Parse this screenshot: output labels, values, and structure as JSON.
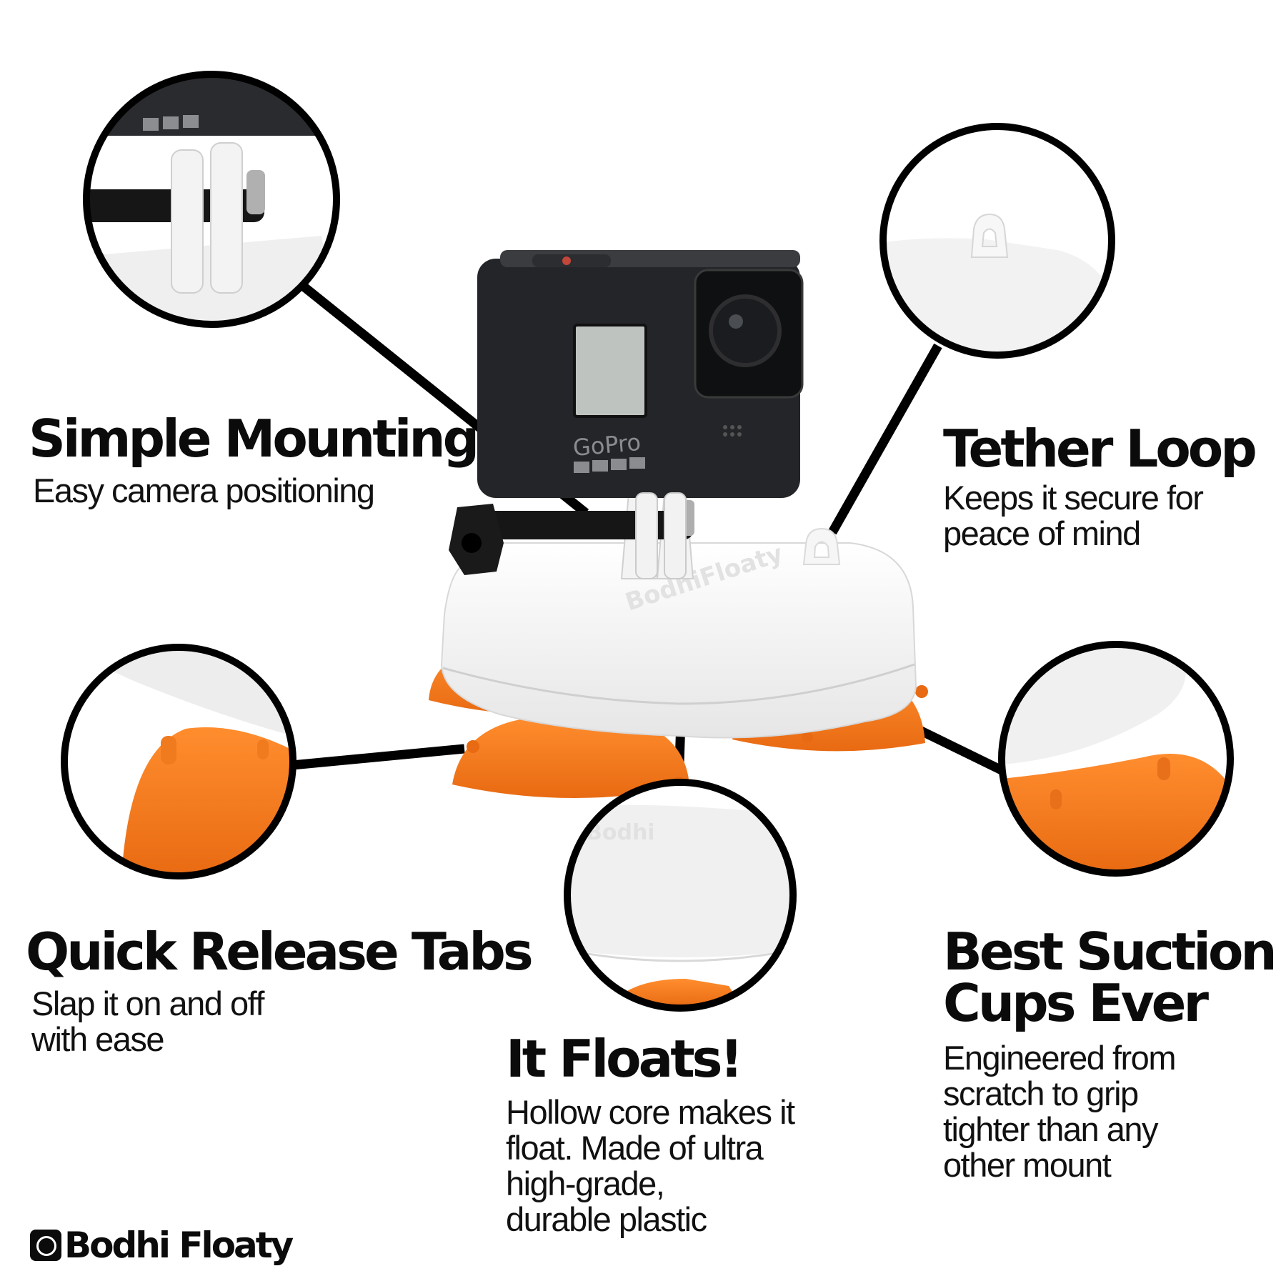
{
  "product": {
    "camera_brand": "GoPro",
    "mount_brand": "BodhiFloaty",
    "colors": {
      "accent_orange": "#f47a1f",
      "mount_white": "#f4f4f4",
      "camera_black": "#232528",
      "ink": "#0b0b0b"
    }
  },
  "features": {
    "mounting": {
      "title": "Simple Mounting",
      "desc": "Easy camera positioning"
    },
    "tether": {
      "title": "Tether Loop",
      "desc_lines": [
        "Keeps it secure for",
        "peace of mind"
      ]
    },
    "quick": {
      "title": "Quick Release Tabs",
      "desc_lines": [
        "Slap it on and off",
        "with ease"
      ]
    },
    "floats": {
      "title": "It Floats!",
      "desc_lines": [
        "Hollow core makes it",
        "float. Made of ultra",
        "high-grade,",
        "durable plastic"
      ]
    },
    "suction": {
      "title_lines": [
        "Best Suction",
        "Cups Ever"
      ],
      "desc_lines": [
        "Engineered from",
        "scratch to grip",
        "tighter than any",
        "other mount"
      ]
    }
  },
  "brand": {
    "name": "Bodhi Floaty"
  }
}
